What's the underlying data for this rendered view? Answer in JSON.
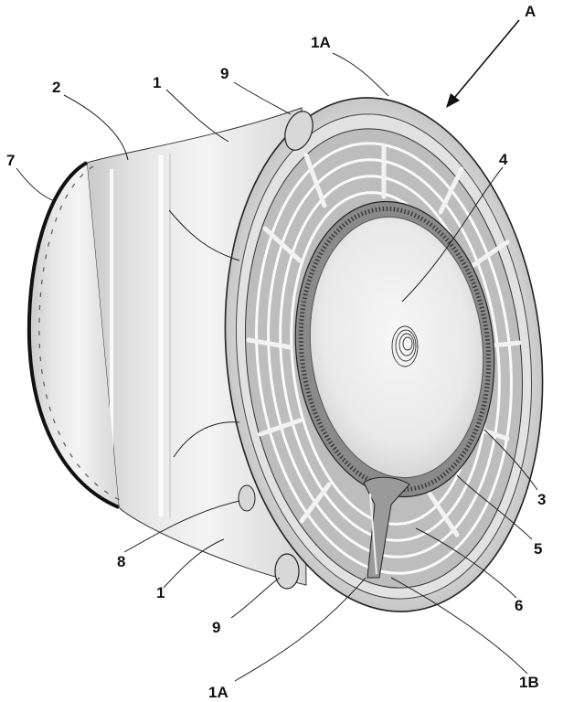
{
  "figure": {
    "view_arrow_label": "A",
    "labels": {
      "ref_1A_top": "1A",
      "ref_1A_bottom": "1A",
      "ref_1B": "1B",
      "ref_1_upper": "1",
      "ref_1_lower": "1",
      "ref_2": "2",
      "ref_3": "3",
      "ref_4": "4",
      "ref_5": "5",
      "ref_6": "6",
      "ref_7": "7",
      "ref_8": "8",
      "ref_9_top": "9",
      "ref_9_bottom": "9"
    }
  }
}
